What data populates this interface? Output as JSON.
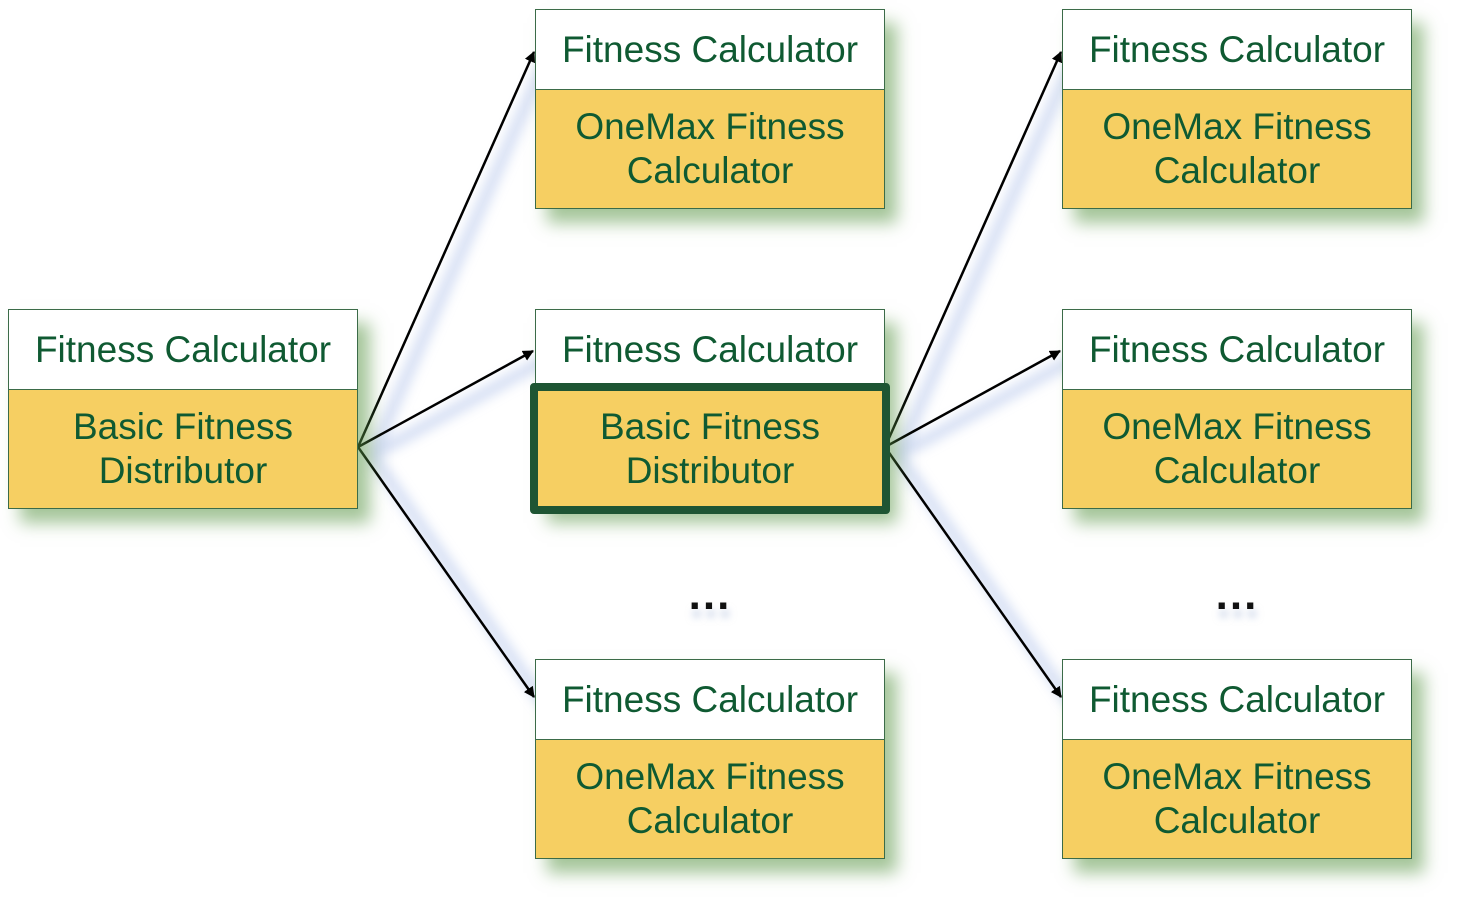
{
  "colors": {
    "text_green": "#0f5a32",
    "body_yellow": "#f6cf62",
    "border_green": "#3b6b48",
    "shadow_green": "#5a9646",
    "highlight_border": "#1e5533",
    "arrow": "#000000"
  },
  "nodes": [
    {
      "id": "root",
      "header": "Fitness Calculator",
      "body_line1": "Basic Fitness",
      "body_line2": "Distributor"
    },
    {
      "id": "mid-top",
      "header": "Fitness Calculator",
      "body_line1": "OneMax Fitness",
      "body_line2": "Calculator"
    },
    {
      "id": "mid-center",
      "header": "Fitness Calculator",
      "body_line1": "Basic Fitness",
      "body_line2": "Distributor",
      "highlighted": true
    },
    {
      "id": "mid-bottom",
      "header": "Fitness Calculator",
      "body_line1": "OneMax Fitness",
      "body_line2": "Calculator"
    },
    {
      "id": "right-top",
      "header": "Fitness Calculator",
      "body_line1": "OneMax Fitness",
      "body_line2": "Calculator"
    },
    {
      "id": "right-center",
      "header": "Fitness Calculator",
      "body_line1": "OneMax Fitness",
      "body_line2": "Calculator"
    },
    {
      "id": "right-bottom",
      "header": "Fitness Calculator",
      "body_line1": "OneMax Fitness",
      "body_line2": "Calculator"
    }
  ],
  "edges": [
    {
      "from": "root",
      "to": "mid-top"
    },
    {
      "from": "root",
      "to": "mid-center"
    },
    {
      "from": "root",
      "to": "mid-bottom"
    },
    {
      "from": "mid-center",
      "to": "right-top"
    },
    {
      "from": "mid-center",
      "to": "right-center"
    },
    {
      "from": "mid-center",
      "to": "right-bottom"
    }
  ],
  "ellipses": {
    "middle": "...",
    "right": "..."
  }
}
